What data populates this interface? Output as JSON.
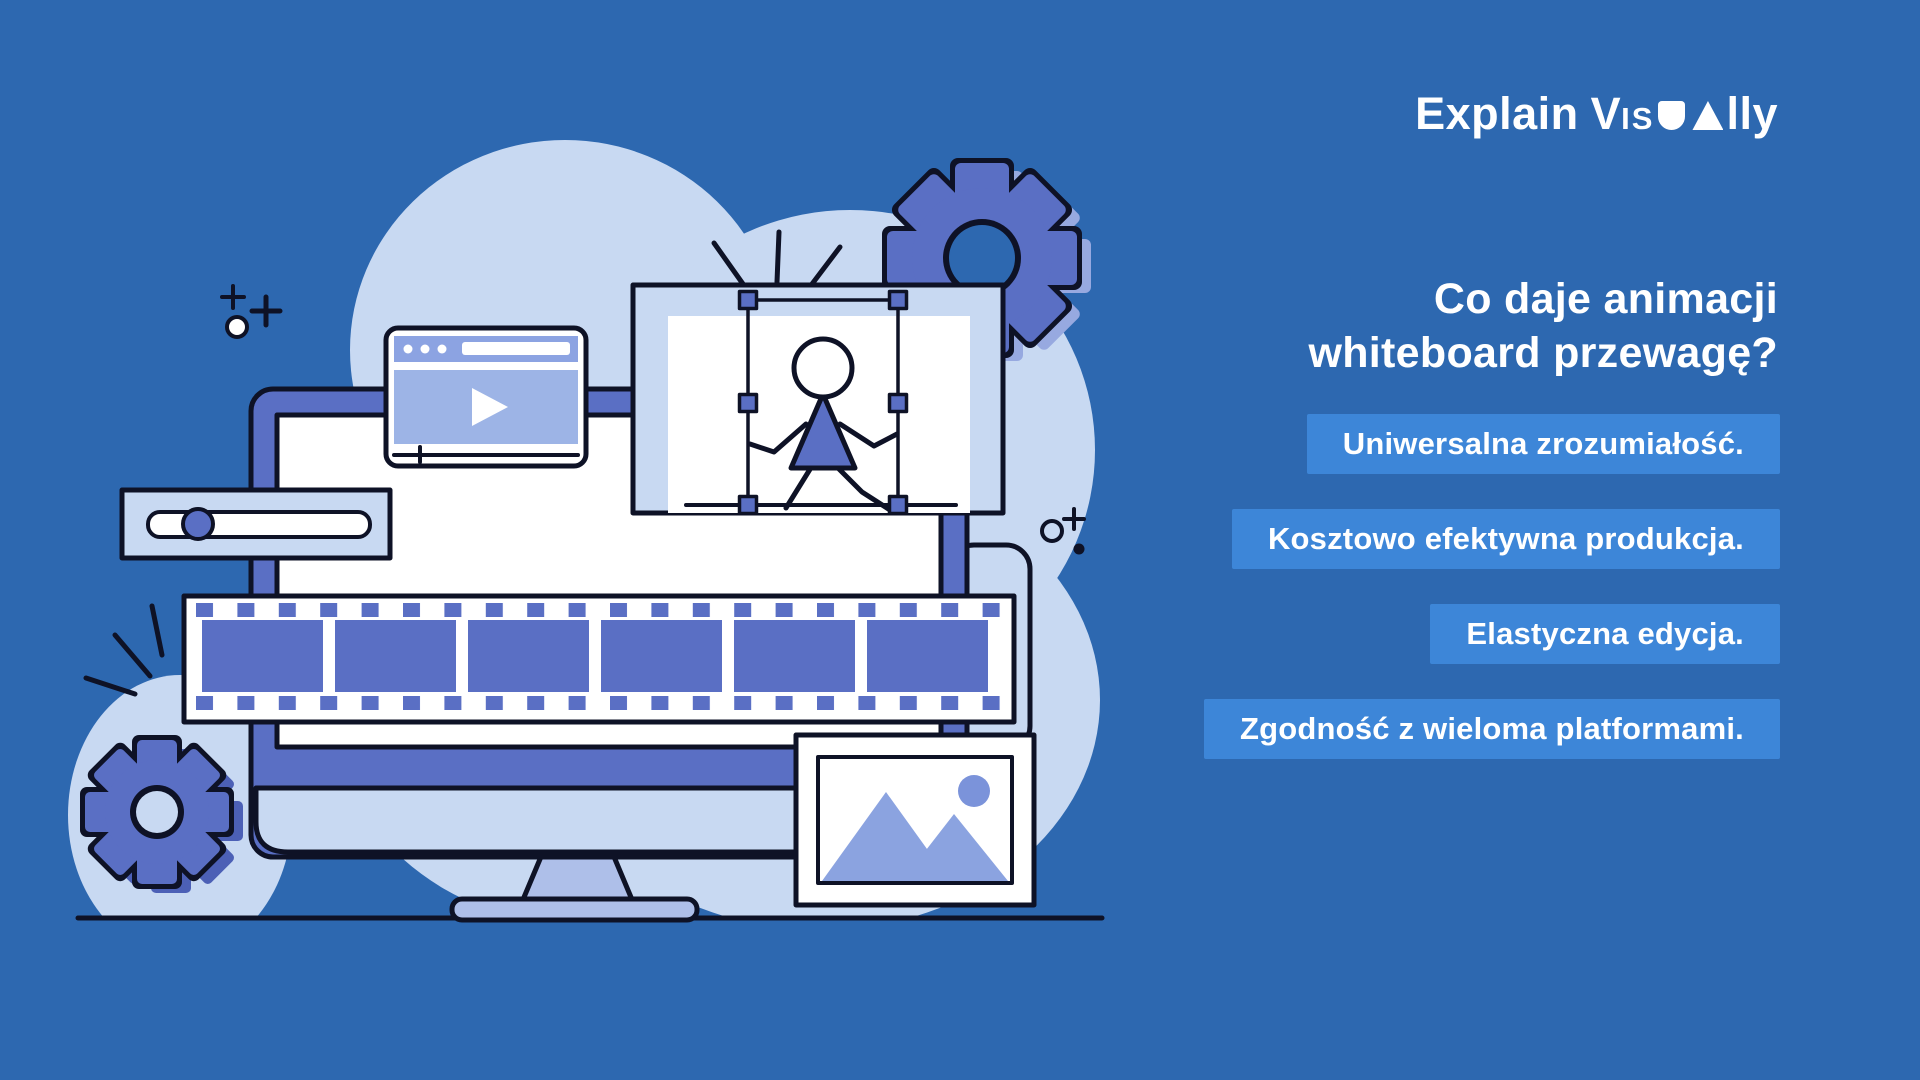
{
  "brand": {
    "explain": "Explain",
    "v": "V",
    "is": "IS",
    "lly": "lly"
  },
  "headline": {
    "line1": "Co daje animacji",
    "line2": "whiteboard przewagę?"
  },
  "benefits": [
    {
      "label": "Uniwersalna zrozumiałość."
    },
    {
      "label": "Kosztowo efektywna produkcja."
    },
    {
      "label": "Elastyczna edycja."
    },
    {
      "label": "Zgodność z wieloma platformami."
    }
  ],
  "illustration": {
    "icons": [
      "monitor-icon",
      "video-player-window-icon",
      "play-icon",
      "whiteboard-canvas-icon",
      "stick-figure-icon",
      "selection-handles-icon",
      "film-strip-icon",
      "slider-icon",
      "image-placeholder-icon",
      "gear-icon",
      "sparkle-icon",
      "plus-icon",
      "dot-icon"
    ]
  },
  "colors": {
    "bg": "#2d68b0",
    "badge": "#3d86d8",
    "indigo": "#5a6fc4",
    "light": "#c8d9f2",
    "mid": "#8ca3e2",
    "video": "#9db4e6",
    "stand": "#aebfe9",
    "mountain": "#8ba3e0",
    "sun": "#7b93da",
    "ink": "#0e1226",
    "shadow": "#97a9e0",
    "shadowDeep": "#4c60b6",
    "white": "#ffffff"
  }
}
